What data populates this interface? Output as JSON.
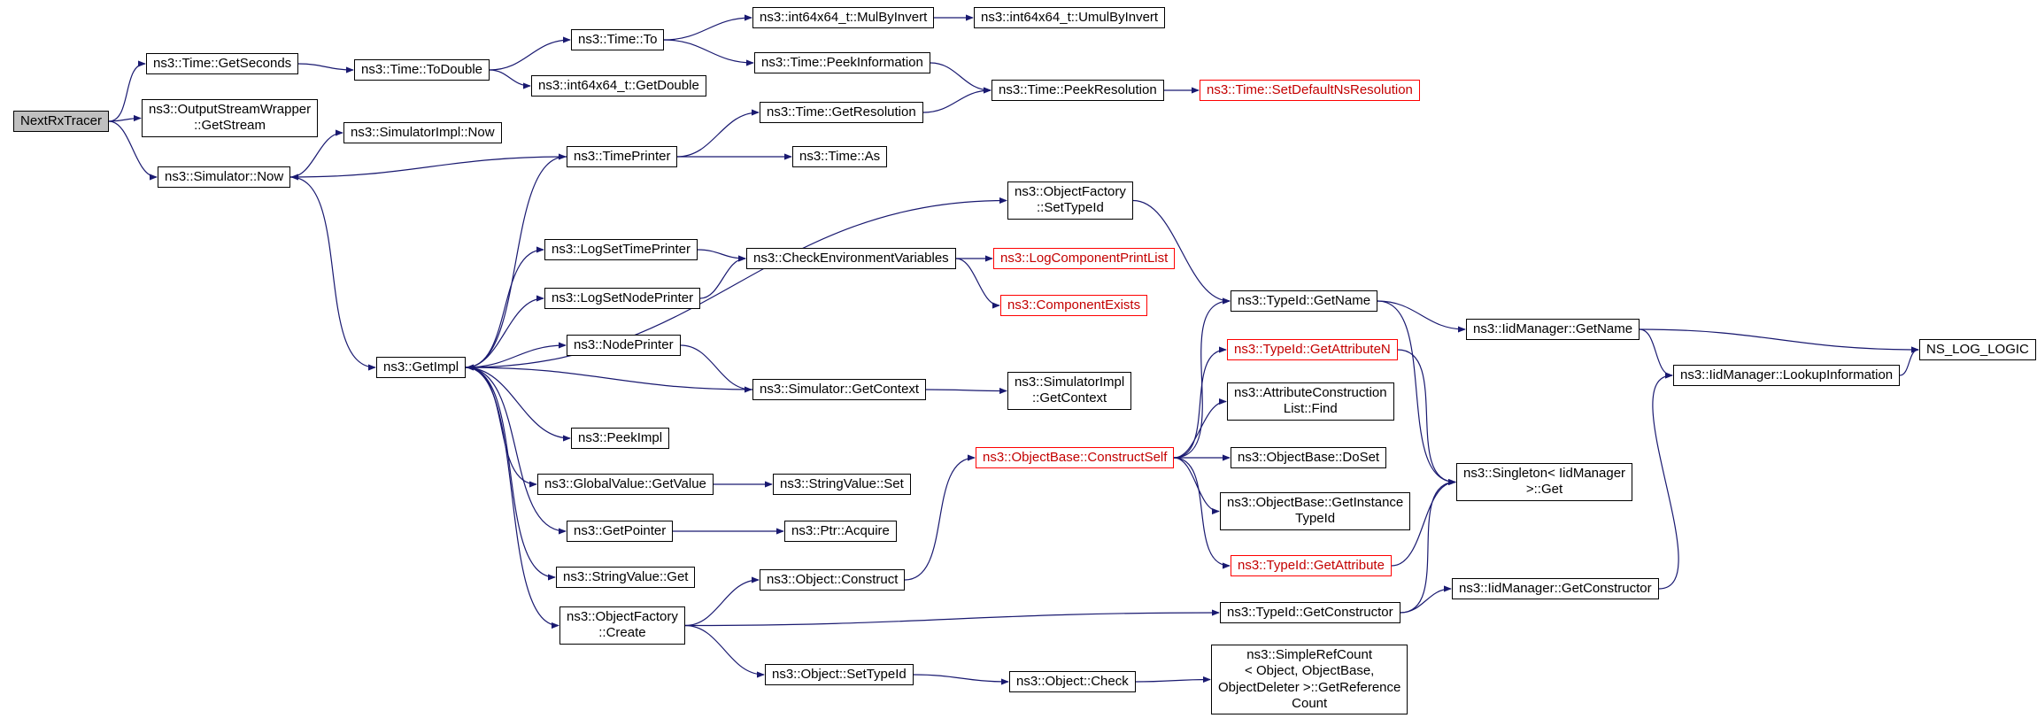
{
  "graph": {
    "colors": {
      "edge": "#191970",
      "node_border": "#000000",
      "truncated_border": "#ff0000",
      "truncated_text": "#c40000",
      "root_fill": "#c0c0c0",
      "background": "#ffffff"
    },
    "nodes": [
      {
        "id": "nextrxtracer",
        "label": "NextRxTracer",
        "type": "root"
      },
      {
        "id": "time-getseconds",
        "label": "ns3::Time::GetSeconds",
        "type": "normal"
      },
      {
        "id": "time-todouble",
        "label": "ns3::Time::ToDouble",
        "type": "normal"
      },
      {
        "id": "time-to",
        "label": "ns3::Time::To",
        "type": "normal"
      },
      {
        "id": "mulbyinvert",
        "label": "ns3::int64x64_t::MulByInvert",
        "type": "normal"
      },
      {
        "id": "umulbyinvert",
        "label": "ns3::int64x64_t::UmulByInvert",
        "type": "normal"
      },
      {
        "id": "peekinformation",
        "label": "ns3::Time::PeekInformation",
        "type": "normal"
      },
      {
        "id": "getdouble",
        "label": "ns3::int64x64_t::GetDouble",
        "type": "normal"
      },
      {
        "id": "peekresolution",
        "label": "ns3::Time::PeekResolution",
        "type": "normal"
      },
      {
        "id": "setdefaultnsresolution",
        "label": "ns3::Time::SetDefaultNsResolution",
        "type": "truncated"
      },
      {
        "id": "getresolution",
        "label": "ns3::Time::GetResolution",
        "type": "normal"
      },
      {
        "id": "getstream",
        "label": "ns3::OutputStreamWrapper\n::GetStream",
        "type": "normal"
      },
      {
        "id": "simulatorimpl-now",
        "label": "ns3::SimulatorImpl::Now",
        "type": "normal"
      },
      {
        "id": "simulator-now",
        "label": "ns3::Simulator::Now",
        "type": "normal"
      },
      {
        "id": "timeprinter",
        "label": "ns3::TimePrinter",
        "type": "normal"
      },
      {
        "id": "time-as",
        "label": "ns3::Time::As",
        "type": "normal"
      },
      {
        "id": "objectfactory-settypeid",
        "label": "ns3::ObjectFactory\n::SetTypeId",
        "type": "normal"
      },
      {
        "id": "logsettimeprinter",
        "label": "ns3::LogSetTimePrinter",
        "type": "normal"
      },
      {
        "id": "checkenv",
        "label": "ns3::CheckEnvironmentVariables",
        "type": "normal"
      },
      {
        "id": "logcomponentprintlist",
        "label": "ns3::LogComponentPrintList",
        "type": "truncated"
      },
      {
        "id": "componentexists",
        "label": "ns3::ComponentExists",
        "type": "truncated"
      },
      {
        "id": "logsetnodeprinter",
        "label": "ns3::LogSetNodePrinter",
        "type": "normal"
      },
      {
        "id": "getimpl",
        "label": "ns3::GetImpl",
        "type": "normal"
      },
      {
        "id": "nodeprinter",
        "label": "ns3::NodePrinter",
        "type": "normal"
      },
      {
        "id": "simulator-getcontext",
        "label": "ns3::Simulator::GetContext",
        "type": "normal"
      },
      {
        "id": "simulatorimpl-getcontext",
        "label": "ns3::SimulatorImpl\n::GetContext",
        "type": "normal"
      },
      {
        "id": "peekimpl",
        "label": "ns3::PeekImpl",
        "type": "normal"
      },
      {
        "id": "globalvalue-getvalue",
        "label": "ns3::GlobalValue::GetValue",
        "type": "normal"
      },
      {
        "id": "stringvalue-set",
        "label": "ns3::StringValue::Set",
        "type": "normal"
      },
      {
        "id": "getpointer",
        "label": "ns3::GetPointer",
        "type": "normal"
      },
      {
        "id": "ptr-acquire",
        "label": "ns3::Ptr::Acquire",
        "type": "normal"
      },
      {
        "id": "stringvalue-get",
        "label": "ns3::StringValue::Get",
        "type": "normal"
      },
      {
        "id": "objectfactory-create",
        "label": "ns3::ObjectFactory\n::Create",
        "type": "normal"
      },
      {
        "id": "object-construct",
        "label": "ns3::Object::Construct",
        "type": "normal"
      },
      {
        "id": "constructself",
        "label": "ns3::ObjectBase::ConstructSelf",
        "type": "truncated"
      },
      {
        "id": "typeid-getname",
        "label": "ns3::TypeId::GetName",
        "type": "normal"
      },
      {
        "id": "getattributen",
        "label": "ns3::TypeId::GetAttributeN",
        "type": "truncated"
      },
      {
        "id": "attrlist-find",
        "label": "ns3::AttributeConstruction\nList::Find",
        "type": "normal"
      },
      {
        "id": "doset",
        "label": "ns3::ObjectBase::DoSet",
        "type": "normal"
      },
      {
        "id": "getinstancetypeid",
        "label": "ns3::ObjectBase::GetInstance\nTypeId",
        "type": "normal"
      },
      {
        "id": "getattribute",
        "label": "ns3::TypeId::GetAttribute",
        "type": "truncated"
      },
      {
        "id": "iid-getname",
        "label": "ns3::IidManager::GetName",
        "type": "normal"
      },
      {
        "id": "singleton-get",
        "label": "ns3::Singleton< IidManager\n>::Get",
        "type": "normal"
      },
      {
        "id": "lookupinformation",
        "label": "ns3::IidManager::LookupInformation",
        "type": "normal"
      },
      {
        "id": "ns-log-logic",
        "label": "NS_LOG_LOGIC",
        "type": "normal"
      },
      {
        "id": "typeid-getconstructor",
        "label": "ns3::TypeId::GetConstructor",
        "type": "normal"
      },
      {
        "id": "iid-getconstructor",
        "label": "ns3::IidManager::GetConstructor",
        "type": "normal"
      },
      {
        "id": "object-settypeid",
        "label": "ns3::Object::SetTypeId",
        "type": "normal"
      },
      {
        "id": "object-check",
        "label": "ns3::Object::Check",
        "type": "normal"
      },
      {
        "id": "simplerefcount",
        "label": "ns3::SimpleRefCount\n< Object, ObjectBase,\nObjectDeleter >::GetReference\nCount",
        "type": "normal"
      }
    ],
    "edges": [
      {
        "from": "nextrxtracer",
        "to": "time-getseconds"
      },
      {
        "from": "nextrxtracer",
        "to": "getstream"
      },
      {
        "from": "nextrxtracer",
        "to": "simulator-now"
      },
      {
        "from": "time-getseconds",
        "to": "time-todouble"
      },
      {
        "from": "time-todouble",
        "to": "time-to"
      },
      {
        "from": "time-todouble",
        "to": "getdouble"
      },
      {
        "from": "time-to",
        "to": "mulbyinvert"
      },
      {
        "from": "time-to",
        "to": "peekinformation"
      },
      {
        "from": "mulbyinvert",
        "to": "umulbyinvert"
      },
      {
        "from": "peekinformation",
        "to": "peekresolution"
      },
      {
        "from": "peekresolution",
        "to": "setdefaultnsresolution"
      },
      {
        "from": "getresolution",
        "to": "peekresolution"
      },
      {
        "from": "simulator-now",
        "to": "simulatorimpl-now"
      },
      {
        "from": "simulator-now",
        "to": "getimpl"
      },
      {
        "from": "timeprinter",
        "to": "simulator-now"
      },
      {
        "from": "timeprinter",
        "to": "getresolution"
      },
      {
        "from": "timeprinter",
        "to": "time-as"
      },
      {
        "from": "getimpl",
        "to": "timeprinter"
      },
      {
        "from": "getimpl",
        "to": "objectfactory-settypeid"
      },
      {
        "from": "getimpl",
        "to": "logsettimeprinter"
      },
      {
        "from": "getimpl",
        "to": "logsetnodeprinter"
      },
      {
        "from": "getimpl",
        "to": "nodeprinter"
      },
      {
        "from": "getimpl",
        "to": "peekimpl"
      },
      {
        "from": "getimpl",
        "to": "globalvalue-getvalue"
      },
      {
        "from": "getimpl",
        "to": "getpointer"
      },
      {
        "from": "getimpl",
        "to": "stringvalue-get"
      },
      {
        "from": "getimpl",
        "to": "objectfactory-create"
      },
      {
        "from": "logsettimeprinter",
        "to": "checkenv"
      },
      {
        "from": "logsetnodeprinter",
        "to": "checkenv"
      },
      {
        "from": "checkenv",
        "to": "logcomponentprintlist"
      },
      {
        "from": "checkenv",
        "to": "componentexists"
      },
      {
        "from": "nodeprinter",
        "to": "simulator-getcontext"
      },
      {
        "from": "simulator-getcontext",
        "to": "simulatorimpl-getcontext"
      },
      {
        "from": "simulator-getcontext",
        "to": "getimpl"
      },
      {
        "from": "globalvalue-getvalue",
        "to": "stringvalue-set"
      },
      {
        "from": "getpointer",
        "to": "ptr-acquire"
      },
      {
        "from": "objectfactory-create",
        "to": "object-construct"
      },
      {
        "from": "objectfactory-create",
        "to": "typeid-getconstructor"
      },
      {
        "from": "objectfactory-create",
        "to": "object-settypeid"
      },
      {
        "from": "object-construct",
        "to": "constructself"
      },
      {
        "from": "constructself",
        "to": "typeid-getname"
      },
      {
        "from": "constructself",
        "to": "getattributen"
      },
      {
        "from": "constructself",
        "to": "attrlist-find"
      },
      {
        "from": "constructself",
        "to": "doset"
      },
      {
        "from": "constructself",
        "to": "getinstancetypeid"
      },
      {
        "from": "constructself",
        "to": "getattribute"
      },
      {
        "from": "objectfactory-settypeid",
        "to": "typeid-getname"
      },
      {
        "from": "typeid-getname",
        "to": "iid-getname"
      },
      {
        "from": "typeid-getname",
        "to": "singleton-get"
      },
      {
        "from": "getattributen",
        "to": "singleton-get"
      },
      {
        "from": "getattribute",
        "to": "singleton-get"
      },
      {
        "from": "typeid-getconstructor",
        "to": "singleton-get"
      },
      {
        "from": "typeid-getconstructor",
        "to": "iid-getconstructor"
      },
      {
        "from": "iid-getname",
        "to": "lookupinformation"
      },
      {
        "from": "iid-getname",
        "to": "ns-log-logic"
      },
      {
        "from": "lookupinformation",
        "to": "ns-log-logic"
      },
      {
        "from": "iid-getconstructor",
        "to": "lookupinformation"
      },
      {
        "from": "object-settypeid",
        "to": "object-check"
      },
      {
        "from": "object-check",
        "to": "simplerefcount"
      }
    ]
  }
}
